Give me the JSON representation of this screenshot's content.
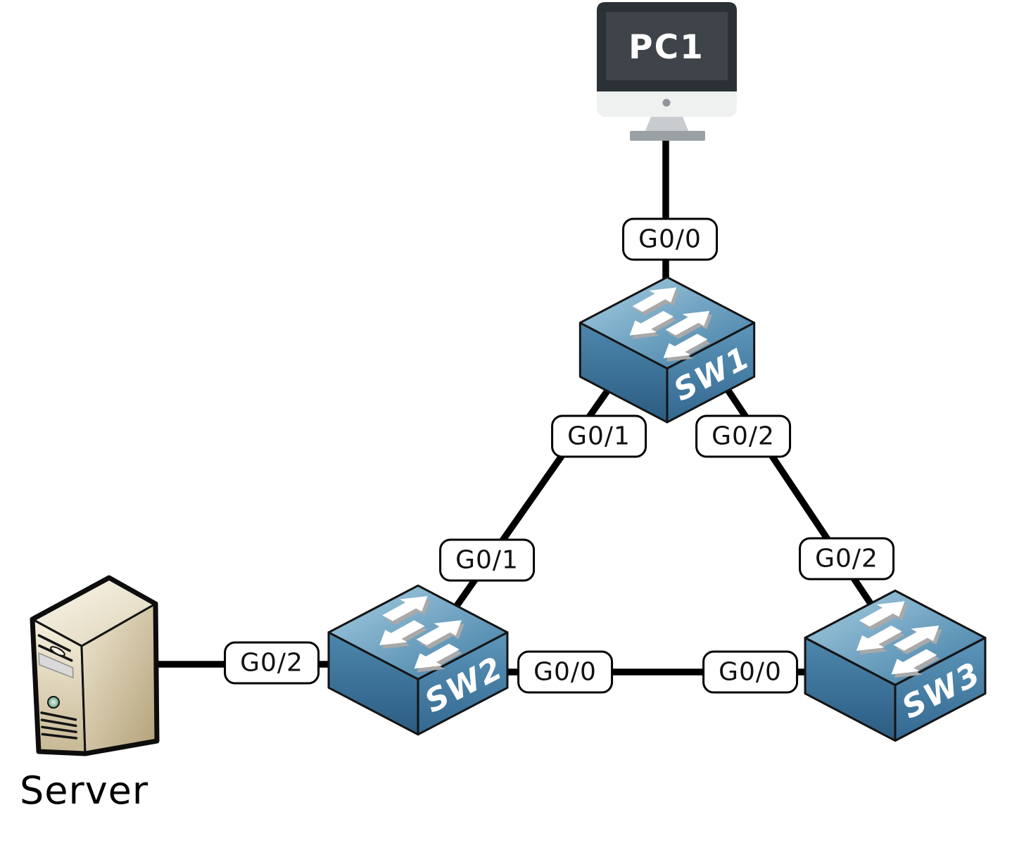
{
  "diagram_type": "network-topology",
  "nodes": {
    "pc1": {
      "label": "PC1",
      "icon": "desktop-computer"
    },
    "sw1": {
      "label": "SW1",
      "icon": "workgroup-switch"
    },
    "sw2": {
      "label": "SW2",
      "icon": "workgroup-switch"
    },
    "sw3": {
      "label": "SW3",
      "icon": "workgroup-switch"
    },
    "server": {
      "label": "Server",
      "icon": "tower-server"
    }
  },
  "ports": {
    "sw1_g00": "G0/0",
    "sw1_g01": "G0/1",
    "sw1_g02": "G0/2",
    "sw2_g01": "G0/1",
    "sw3_g02": "G0/2",
    "sw2_g00": "G0/0",
    "sw3_g00": "G0/0",
    "sw2_g02_server": "G0/2"
  },
  "links": [
    {
      "from": "PC1",
      "to": "SW1",
      "label_near_sw1": "G0/0"
    },
    {
      "from": "SW1",
      "to": "SW2",
      "sw1_port": "G0/1",
      "sw2_port": "G0/1"
    },
    {
      "from": "SW1",
      "to": "SW3",
      "sw1_port": "G0/2",
      "sw3_port": "G0/2"
    },
    {
      "from": "SW2",
      "to": "SW3",
      "sw2_port": "G0/0",
      "sw3_port": "G0/0"
    },
    {
      "from": "Server",
      "to": "SW2",
      "sw2_port": "G0/2"
    }
  ],
  "colors": {
    "background": "#ffffff",
    "link_line": "#000000",
    "label_bg": "#ffffff",
    "label_border": "#000000",
    "switch_top_light": "#a8cfe2",
    "switch_top_dark": "#3d7aa3",
    "switch_side_dark": "#2c5c82",
    "switch_label_text": "#ffffff",
    "arrow_fill": "#ffffff",
    "arrow_shadow": "#a9a9a9",
    "pc_bezel": "#2c3137",
    "pc_screen": "#3e4449",
    "pc_chin": "#eff1f1",
    "server_front": "#f5f0de",
    "server_tan": "#c7b894",
    "server_led": "#63a284"
  }
}
